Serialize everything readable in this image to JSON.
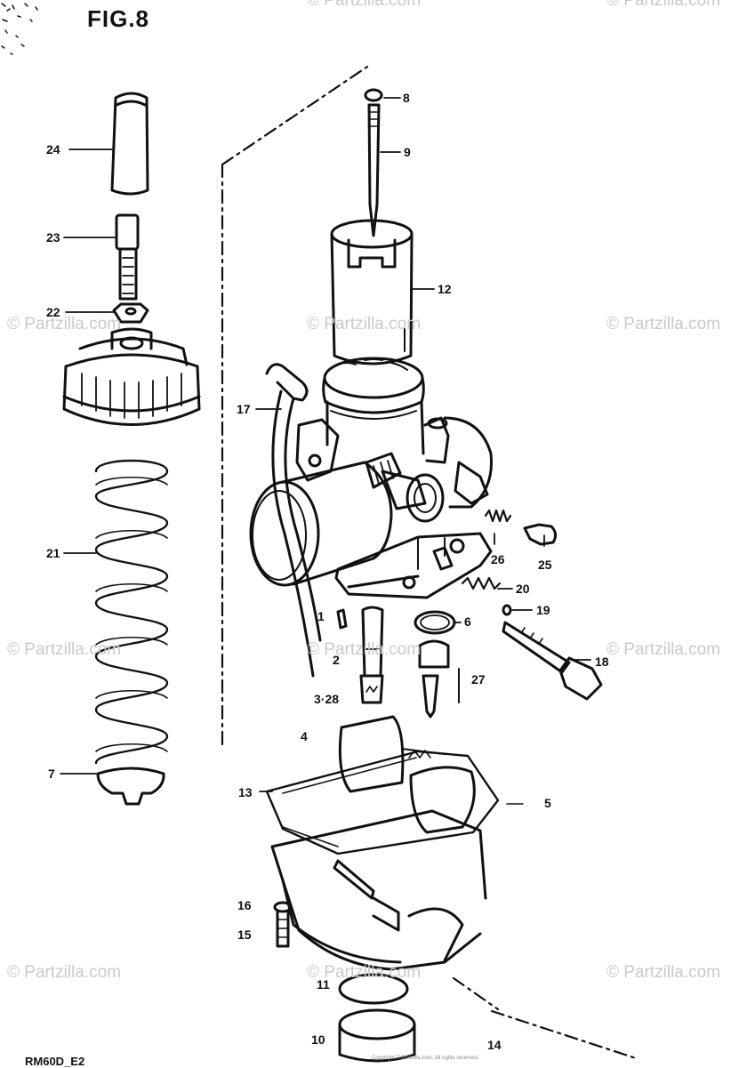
{
  "figure": {
    "title": "FIG.8",
    "model_code": "RM60D_E2"
  },
  "watermark": {
    "text": "© Partzilla.com",
    "color": "#c9c9c9"
  },
  "copyright_small": "Copyright © Partzilla.com. All rights reserved.",
  "callouts": [
    {
      "id": "c8",
      "label": "8"
    },
    {
      "id": "c9",
      "label": "9"
    },
    {
      "id": "c12",
      "label": "12"
    },
    {
      "id": "c24",
      "label": "24"
    },
    {
      "id": "c23",
      "label": "23"
    },
    {
      "id": "c22",
      "label": "22"
    },
    {
      "id": "c17",
      "label": "17"
    },
    {
      "id": "c21",
      "label": "21"
    },
    {
      "id": "c26",
      "label": "26"
    },
    {
      "id": "c25",
      "label": "25"
    },
    {
      "id": "c20",
      "label": "20"
    },
    {
      "id": "c19",
      "label": "19"
    },
    {
      "id": "c6",
      "label": "6"
    },
    {
      "id": "c1",
      "label": "1"
    },
    {
      "id": "c2",
      "label": "2"
    },
    {
      "id": "c18",
      "label": "18"
    },
    {
      "id": "c27",
      "label": "27"
    },
    {
      "id": "c3_28",
      "label": "3·28"
    },
    {
      "id": "c4",
      "label": "4"
    },
    {
      "id": "c7",
      "label": "7"
    },
    {
      "id": "c13",
      "label": "13"
    },
    {
      "id": "c5",
      "label": "5"
    },
    {
      "id": "c16",
      "label": "16"
    },
    {
      "id": "c15",
      "label": "15"
    },
    {
      "id": "c11",
      "label": "11"
    },
    {
      "id": "c10",
      "label": "10"
    },
    {
      "id": "c14",
      "label": "14"
    }
  ],
  "parts": [
    {
      "id": "p24",
      "icon": "cable-boot-icon"
    },
    {
      "id": "p23",
      "icon": "cable-adjuster-icon"
    },
    {
      "id": "p22",
      "icon": "nut-icon"
    },
    {
      "id": "p21",
      "icon": "spring-icon"
    },
    {
      "id": "p7",
      "icon": "carburetor-cap-icon"
    },
    {
      "id": "p12",
      "icon": "throttle-valve-icon"
    },
    {
      "id": "p9",
      "icon": "jet-needle-icon"
    },
    {
      "id": "p8",
      "icon": "clip-icon"
    },
    {
      "id": "p17",
      "icon": "vent-hose-icon"
    },
    {
      "id": "body",
      "icon": "carburetor-body-icon"
    },
    {
      "id": "p26",
      "icon": "spring-icon"
    },
    {
      "id": "p25",
      "icon": "screw-icon"
    },
    {
      "id": "p20",
      "icon": "spring-icon"
    },
    {
      "id": "p19",
      "icon": "o-ring-icon"
    },
    {
      "id": "p18",
      "icon": "adjusting-screw-icon"
    },
    {
      "id": "p6",
      "icon": "o-ring-icon"
    },
    {
      "id": "p1",
      "icon": "jet-icon"
    },
    {
      "id": "p2",
      "icon": "needle-jet-icon"
    },
    {
      "id": "p3_28",
      "icon": "main-jet-icon"
    },
    {
      "id": "p27",
      "icon": "valve-seat-icon"
    },
    {
      "id": "p4",
      "icon": "float-icon"
    },
    {
      "id": "p13",
      "icon": "gasket-icon"
    },
    {
      "id": "p5",
      "icon": "float-chamber-icon"
    },
    {
      "id": "p16_15",
      "icon": "screw-icon"
    },
    {
      "id": "p11",
      "icon": "gasket-icon"
    },
    {
      "id": "p10",
      "icon": "drain-plug-icon"
    }
  ]
}
